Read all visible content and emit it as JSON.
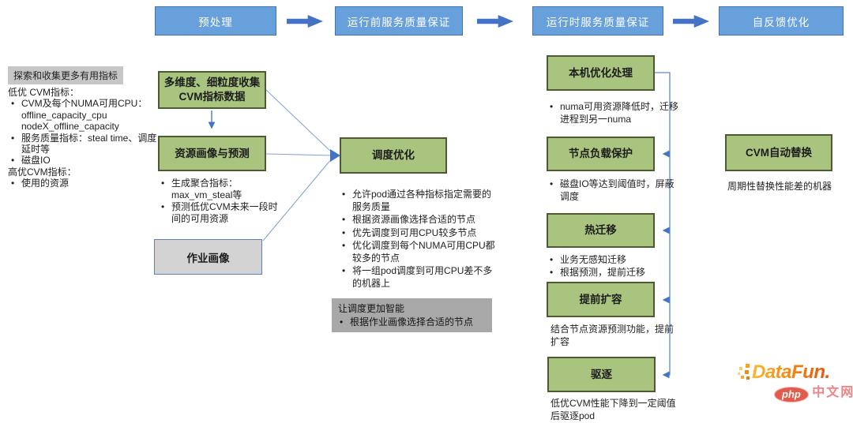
{
  "stages": [
    {
      "label": "预处理"
    },
    {
      "label": "运行前服务质量保证"
    },
    {
      "label": "运行时服务质量保证"
    },
    {
      "label": "自反馈优化"
    }
  ],
  "left_panel": {
    "header": "探索和收集更多有用指标",
    "lines": [
      "低优 CVM指标：",
      "CVM及每个NUMA可用CPU：",
      "offline_capacity_cpu",
      "nodeX_offline_capacity",
      "服务质量指标：steal time、调度延时等",
      "磁盘IO",
      "高优CVM指标：",
      "使用的资源"
    ]
  },
  "preprocess": {
    "collect_label": "多维度、细粒度收集CVM指标数据",
    "profile_label": "资源画像与预测",
    "profile_bullets": [
      "生成聚合指标：max_vm_steal等",
      "预测低优CVM未来一段时间的可用资源"
    ],
    "job_profile_label": "作业画像"
  },
  "scheduling": {
    "label": "调度优化",
    "bullets": [
      "允许pod通过各种指标指定需要的服务质量",
      "根据资源画像选择合适的节点",
      "优先调度到可用CPU较多节点",
      "优化调度到每个NUMA可用CPU都较多的节点",
      "将一组pod调度到可用CPU差不多的机器上"
    ],
    "note_title": "让调度更加智能",
    "note_bullets": [
      "根据作业画像选择合适的节点"
    ]
  },
  "runtime": {
    "local_opt": {
      "label": "本机优化处理",
      "bullets": [
        "numa可用资源降低时，迁移进程到另一numa"
      ]
    },
    "load_protect": {
      "label": "节点负载保护",
      "bullets": [
        "磁盘IO等达到阈值时，屏蔽调度"
      ]
    },
    "live_migration": {
      "label": "热迁移",
      "bullets": [
        "业务无感知迁移",
        "根据预测，提前迁移"
      ]
    },
    "scale_ahead": {
      "label": "提前扩容",
      "note": "结合节点资源预测功能，提前扩容"
    },
    "eviction": {
      "label": "驱逐",
      "note": "低优CVM性能下降到一定阈值后驱逐pod"
    }
  },
  "feedback": {
    "replace_label": "CVM自动替换",
    "replace_note": "周期性替换性能差的机器"
  },
  "logo": {
    "brand": "DataFun.",
    "badge": "php",
    "site": "中文网"
  },
  "colors": {
    "stage_fill": "#67a0da",
    "arrow_blue": "#4472c4",
    "green_fill": "#a9c47e",
    "green_border": "#4d5930",
    "gray_label": "#c6c6c6",
    "gray_note": "#a8a8a8",
    "job_fill": "#d3d3d3",
    "connector": "#88a5d8",
    "brand_orange": "#f2820f",
    "badge_red": "#e25b4d",
    "site_pink": "#f28383"
  }
}
